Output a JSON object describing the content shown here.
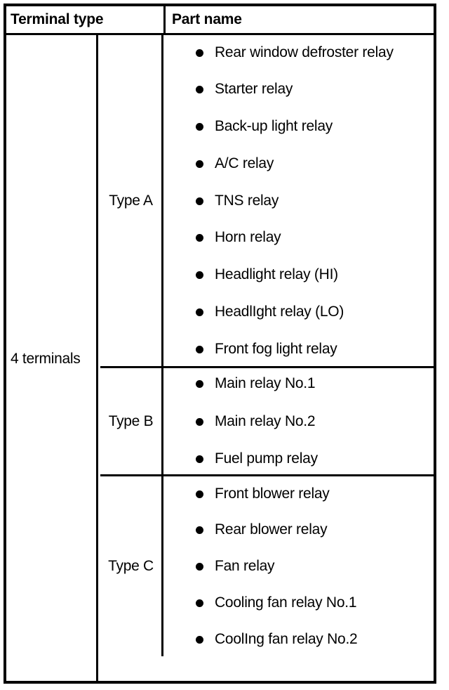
{
  "table": {
    "columns": {
      "terminal_type": "Terminal type",
      "part_name": "Part name"
    },
    "terminal_label": "4 terminals",
    "groups": [
      {
        "type_label": "Type A",
        "parts": [
          "Rear window defroster relay",
          "Starter relay",
          "Back-up light relay",
          "A/C relay",
          "TNS relay",
          "Horn relay",
          "Headlight relay (HI)",
          "HeadlIght relay (LO)",
          "Front fog light relay"
        ]
      },
      {
        "type_label": "Type B",
        "parts": [
          "Main relay No.1",
          "Main relay No.2",
          "Fuel pump relay"
        ]
      },
      {
        "type_label": "Type C",
        "parts": [
          "Front blower relay",
          "Rear blower relay",
          "Fan relay",
          "Cooling fan relay No.1",
          "CoolIng fan relay No.2"
        ]
      }
    ]
  },
  "colors": {
    "border": "#000000",
    "text": "#000000",
    "background": "#ffffff"
  }
}
